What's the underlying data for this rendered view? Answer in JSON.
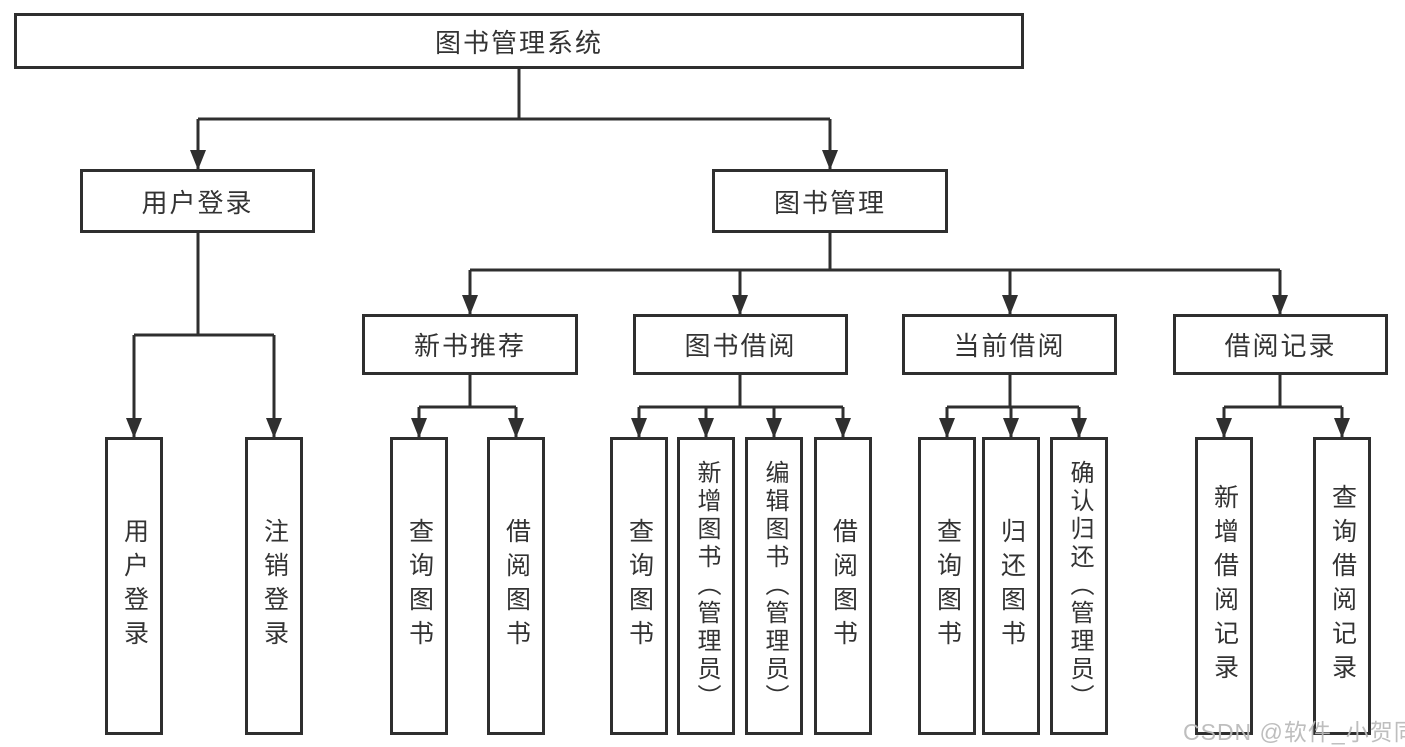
{
  "colors": {
    "background": "#ffffff",
    "line": "#2f2f2f",
    "box_border": "#2f2f2f",
    "box_fill": "#ffffff",
    "text": "#333333",
    "watermark": "#bbbbbb"
  },
  "watermark": {
    "text": "CSDN @软件_小贺同学"
  },
  "diagram": {
    "root": {
      "label": "图书管理系统"
    },
    "level2": [
      {
        "label": "用户登录"
      },
      {
        "label": "图书管理"
      }
    ],
    "level3": [
      {
        "label": "新书推荐"
      },
      {
        "label": "图书借阅"
      },
      {
        "label": "当前借阅"
      },
      {
        "label": "借阅记录"
      }
    ],
    "leaves": {
      "user_login": [
        "用户登录",
        "注销登录"
      ],
      "new_book": [
        "查询图书",
        "借阅图书"
      ],
      "borrow": [
        "查询图书",
        "新增图书（管理员）",
        "编辑图书（管理员）",
        "借阅图书"
      ],
      "current": [
        "查询图书",
        "归还图书",
        "确认归还（管理员）"
      ],
      "records": [
        "新增借阅记录",
        "查询借阅记录"
      ]
    }
  }
}
